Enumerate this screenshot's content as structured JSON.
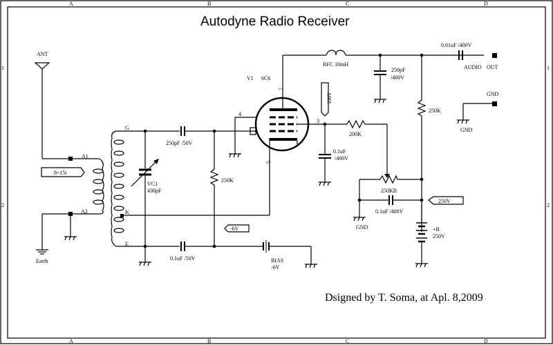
{
  "title": "Autodyne Radio Receiver",
  "signature": "Dsigned by T. Soma, at Apl. 8,2009",
  "border": {
    "columns": [
      "A",
      "B",
      "C",
      "D"
    ],
    "rows": [
      "1",
      "2"
    ]
  },
  "antenna": {
    "label": "ANT",
    "earth_label": "Earth"
  },
  "coil": {
    "primary_top": "A1",
    "primary_bottom": "A2",
    "primary_turns": "8~15t",
    "secondary_top": "G",
    "secondary_tap": "K",
    "secondary_bottom": "E"
  },
  "vc1": {
    "name": "VC1",
    "value": "430pF"
  },
  "c_grid": "250pF /50V",
  "c_bottom": "0.1uF /50V",
  "r_grid": "250K",
  "bias": {
    "label": "BIAS",
    "value": "-6V"
  },
  "bias_flag": "-6V",
  "tube": {
    "name": "V1",
    "type": "6C6",
    "pins": {
      "p2": "2",
      "p3": "3",
      "p4": "4",
      "p5": "5"
    }
  },
  "rfc": "RFC 10mH",
  "c_plate": {
    "value": "250pF",
    "rating": "/400V"
  },
  "r_plate": "250K",
  "c_out": "0.01uF /400V",
  "audio_out": {
    "a": "AUDIO",
    "b": "OUT"
  },
  "gnd_terminal": "GND",
  "gnd_label": "GND",
  "flag_100v": "100V",
  "r_screen": "200K",
  "c_screen": {
    "value": "0.1uF",
    "rating": "/400V"
  },
  "pot": "250KB",
  "c_bypass": "0.1uF /400V",
  "gnd_label2": "GND",
  "flag_250v": "250V",
  "battery": {
    "label": "+B",
    "value": "250V"
  }
}
